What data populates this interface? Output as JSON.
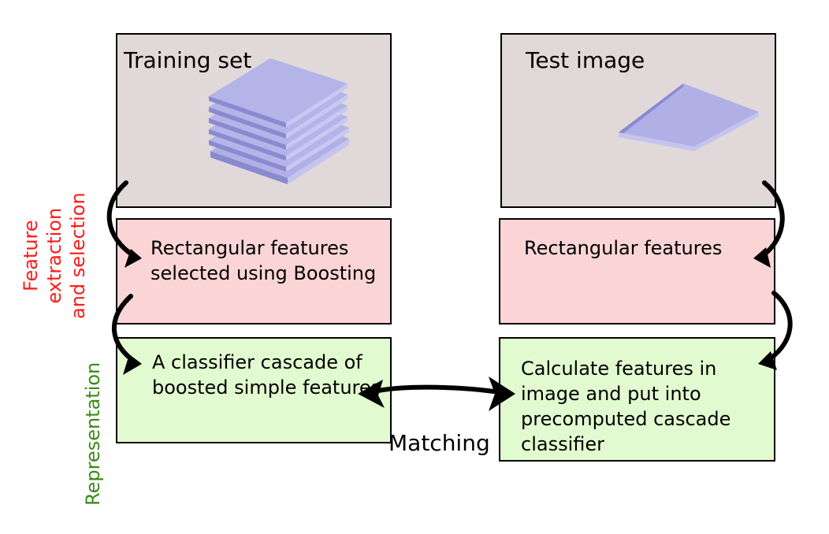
{
  "training": {
    "title": "Training set",
    "features": "Rectangular features selected using Boosting",
    "representation": "A classifier cascade of boosted simple features"
  },
  "test": {
    "title": "Test image",
    "features": "Rectangular features",
    "representation": "Calculate features in image and put into precomputed cascade classifier"
  },
  "side_labels": {
    "feature_line1": "Feature",
    "feature_line2": "extraction",
    "feature_line3": "and selection",
    "representation": "Representation"
  },
  "matching_label": "Matching",
  "colors": {
    "feature_label": "#ff1a1a",
    "representation_label": "#3a8a1a",
    "gray_box": "#e1d9d9",
    "pink_box": "#fbd5d5",
    "green_box": "#e2facf",
    "slab_top": "#b0b0e6",
    "slab_side": "#8a8ad0"
  }
}
